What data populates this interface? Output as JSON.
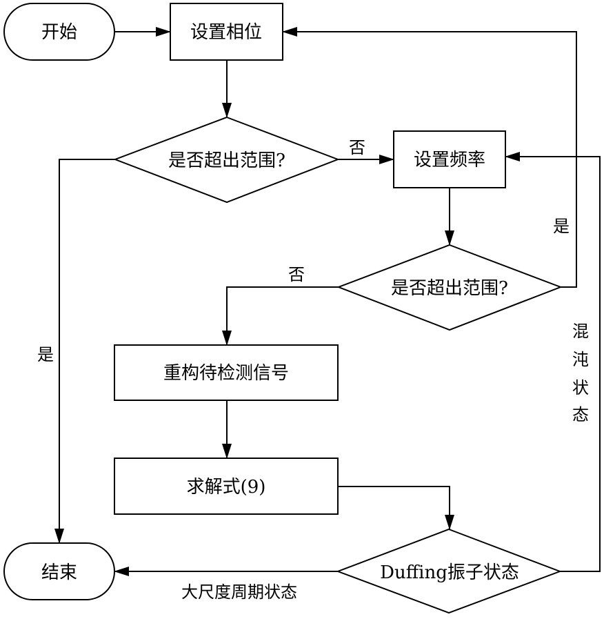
{
  "diagram": {
    "type": "flowchart",
    "nodes": {
      "start": {
        "label": "开始",
        "shape": "terminal"
      },
      "set_phase": {
        "label": "设置相位",
        "shape": "process"
      },
      "phase_check": {
        "label": "是否超出范围?",
        "shape": "decision"
      },
      "set_freq": {
        "label": "设置频率",
        "shape": "process"
      },
      "freq_check": {
        "label": "是否超出范围?",
        "shape": "decision"
      },
      "reconstruct": {
        "label": "重构待检测信号",
        "shape": "process"
      },
      "solve": {
        "label": "求解式(9)",
        "shape": "process"
      },
      "duffing_state": {
        "label": "Duffing振子状态",
        "shape": "decision"
      },
      "end": {
        "label": "结束",
        "shape": "terminal"
      }
    },
    "edges": [
      {
        "from": "start",
        "to": "set_phase",
        "label": ""
      },
      {
        "from": "set_phase",
        "to": "phase_check",
        "label": ""
      },
      {
        "from": "phase_check",
        "to": "set_freq",
        "label": "否"
      },
      {
        "from": "phase_check",
        "to": "end",
        "label": "是"
      },
      {
        "from": "set_freq",
        "to": "freq_check",
        "label": ""
      },
      {
        "from": "freq_check",
        "to": "set_phase",
        "label": "是"
      },
      {
        "from": "freq_check",
        "to": "reconstruct",
        "label": "否"
      },
      {
        "from": "reconstruct",
        "to": "solve",
        "label": ""
      },
      {
        "from": "solve",
        "to": "duffing_state",
        "label": ""
      },
      {
        "from": "duffing_state",
        "to": "end",
        "label": "大尺度周期状态"
      },
      {
        "from": "duffing_state",
        "to": "set_freq",
        "label": "混沌状态"
      }
    ],
    "chaos_label_chars": [
      "混",
      "沌",
      "状",
      "态"
    ]
  }
}
